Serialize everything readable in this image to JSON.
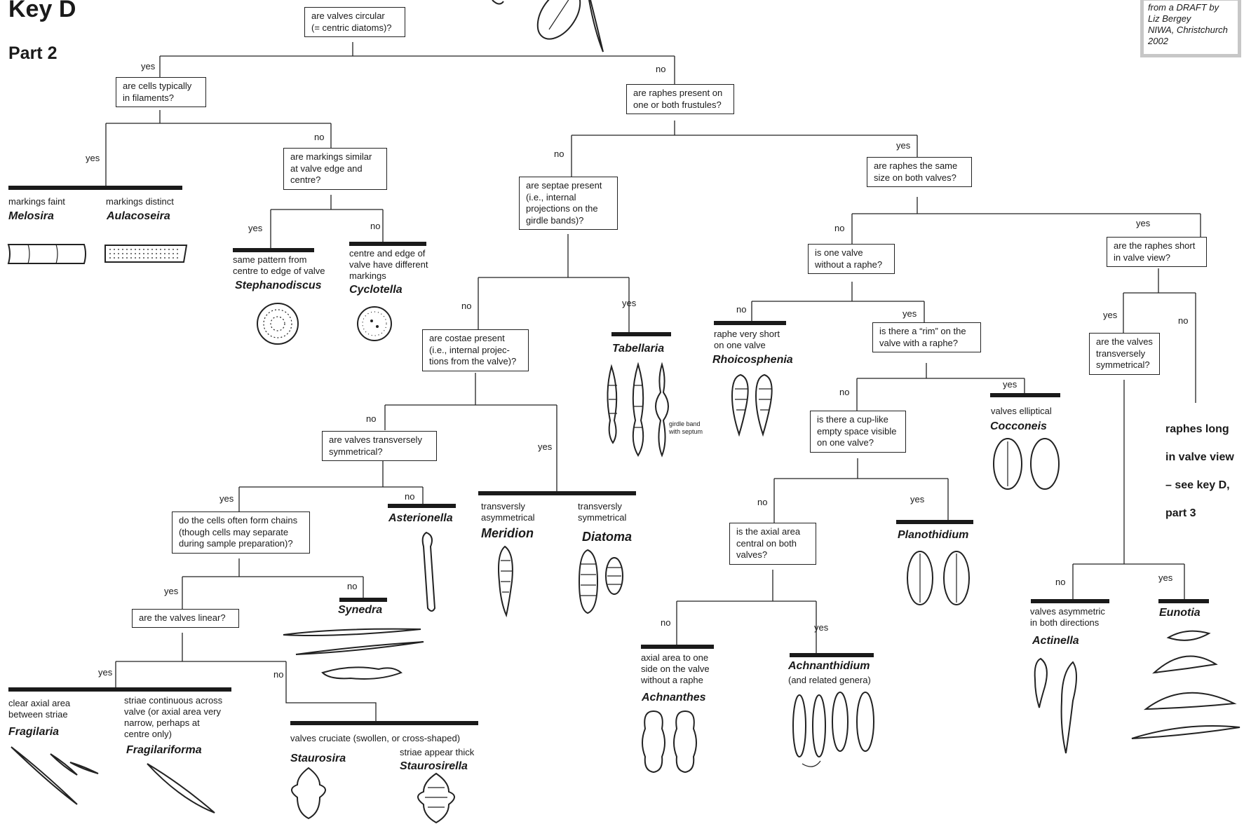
{
  "header": {
    "title": "Key D",
    "part": "Part 2",
    "credit": [
      "from a DRAFT by",
      "Liz Bergey",
      "NIWA, Christchurch",
      "2002"
    ]
  },
  "questions": {
    "q_circular": [
      "are valves circular",
      "(= centric diatoms)?"
    ],
    "q_filaments": [
      "are cells typically",
      "in filaments?"
    ],
    "q_markings": [
      "are markings similar",
      "at valve edge and",
      "centre?"
    ],
    "q_raphes_present": [
      "are raphes present on",
      "one or both frustules?"
    ],
    "q_septae": [
      "are septae present",
      "(i.e., internal",
      "projections on the",
      "girdle bands)?"
    ],
    "q_raphes_same": [
      "are raphes the same",
      "size on both valves?"
    ],
    "q_one_valve": [
      "is one valve",
      "without a raphe?"
    ],
    "q_raphes_short": [
      "are the raphes short",
      "in valve view?"
    ],
    "q_costae": [
      "are costae present",
      "(i.e., internal projec-",
      "tions from the valve)?"
    ],
    "q_rim": [
      "is there a “rim” on the",
      "valve with a raphe?"
    ],
    "q_transverse_left": [
      "are valves transversely",
      "symmetrical?"
    ],
    "q_transverse_right": [
      "are the valves",
      "transversely",
      "symmetrical?"
    ],
    "q_cup": [
      "is there a cup-like",
      "empty space visible",
      "on one valve?"
    ],
    "q_chains": [
      "do the cells often form chains",
      "(though cells may separate",
      "during sample preparation)?"
    ],
    "q_axial": [
      "is the axial area",
      "central on both",
      "valves?"
    ],
    "q_linear": [
      "are the valves linear?"
    ]
  },
  "branch_labels": {
    "yes": "yes",
    "no": "no"
  },
  "results": {
    "melosira": {
      "desc": "markings faint",
      "genus": "Melosira"
    },
    "aulacoseira": {
      "desc": "markings distinct",
      "genus": "Aulacoseira"
    },
    "stephanodiscus": {
      "desc": [
        "same pattern from",
        "centre to edge of valve"
      ],
      "genus": "Stephanodiscus"
    },
    "cyclotella": {
      "desc": [
        "centre and edge of",
        "valve have different",
        "markings"
      ],
      "genus": "Cyclotella"
    },
    "tabellaria": {
      "genus": "Tabellaria",
      "note": [
        "girdle band",
        "with septum"
      ]
    },
    "rhoicosphenia": {
      "desc": [
        "raphe very short",
        "on one valve"
      ],
      "genus": "Rhoicosphenia"
    },
    "cocconeis": {
      "desc": "valves elliptical",
      "genus": "Cocconeis"
    },
    "asterionella": {
      "genus": "Asterionella"
    },
    "meridion": {
      "desc": [
        "transversly",
        "asymmetrical"
      ],
      "genus": "Meridion"
    },
    "diatoma": {
      "desc": [
        "transversly",
        "symmetrical"
      ],
      "genus": "Diatoma"
    },
    "planothidium": {
      "genus": "Planothidium"
    },
    "synedra": {
      "genus": "Synedra"
    },
    "achnanthes": {
      "desc": [
        "axial area to one",
        "side on the valve",
        "without a raphe"
      ],
      "genus": "Achnanthes"
    },
    "achnanthidium": {
      "genus": "Achnanthidium",
      "desc": "(and related genera)"
    },
    "actinella": {
      "desc": [
        "valves asymmetric",
        "in both directions"
      ],
      "genus": "Actinella"
    },
    "eunotia": {
      "genus": "Eunotia"
    },
    "fragilaria": {
      "desc": [
        "clear axial area",
        "between striae"
      ],
      "genus": "Fragilaria"
    },
    "fragilariforma": {
      "desc": [
        "striae continuous across",
        "valve (or axial area very",
        "narrow, perhaps at",
        "centre only)"
      ],
      "genus": "Fragilariforma"
    },
    "staurosira": {
      "desc": "valves cruciate (swollen, or cross-shaped)",
      "genus": "Staurosira"
    },
    "staurosirella": {
      "desc": "striae appear thick",
      "genus": "Staurosirella"
    },
    "see_key_d3": [
      "raphes long",
      "in valve view",
      "– see key D,",
      "part 3"
    ]
  }
}
